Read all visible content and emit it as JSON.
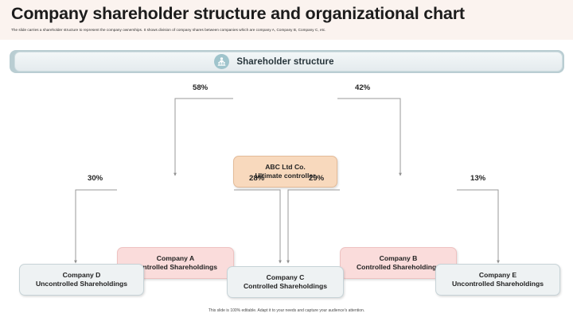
{
  "header": {
    "title": "Company shareholder structure and organizational chart",
    "subtitle": "The slide carries a shareholder structure to represent the company ownerships. It shows division of company shares between companies which are company A, Company B, Company C, etc."
  },
  "section": {
    "label": "Shareholder structure",
    "icon": "people-group-icon"
  },
  "colors": {
    "header_band": "#fbf3ef",
    "root_fill": "#f8d9bd",
    "controlled_fill": "#fadcdb",
    "plain_fill": "#eef2f3",
    "bar_accent": "#9fc4cc",
    "connector": "#9a9a9a"
  },
  "chart_data": {
    "type": "diagram",
    "title": "Shareholder structure",
    "nodes": [
      {
        "id": "abc",
        "line1": "ABC Ltd Co.",
        "line2": "Ultimate controller",
        "style": "root"
      },
      {
        "id": "companyA",
        "line1": "Company A",
        "line2": "Controlled Shareholdings",
        "style": "controlled"
      },
      {
        "id": "companyB",
        "line1": "Company B",
        "line2": "Controlled Shareholdings",
        "style": "controlled"
      },
      {
        "id": "companyD",
        "line1": "Company D",
        "line2": "Uncontrolled Shareholdings",
        "style": "plain"
      },
      {
        "id": "companyC",
        "line1": "Company C",
        "line2": "Controlled Shareholdings",
        "style": "plain"
      },
      {
        "id": "companyE",
        "line1": "Company E",
        "line2": "Uncontrolled Shareholdings",
        "style": "plain"
      }
    ],
    "edges": [
      {
        "from": "abc",
        "to": "companyA",
        "label": "58%"
      },
      {
        "from": "abc",
        "to": "companyB",
        "label": "42%"
      },
      {
        "from": "companyA",
        "to": "companyD",
        "label": "30%"
      },
      {
        "from": "companyA",
        "to": "companyC",
        "label": "28%"
      },
      {
        "from": "companyB",
        "to": "companyC",
        "label": "29%"
      },
      {
        "from": "companyB",
        "to": "companyE",
        "label": "13%"
      }
    ]
  },
  "footer": {
    "note": "This slide is 100% editable. Adapt it to your needs and capture your audience's attention."
  }
}
